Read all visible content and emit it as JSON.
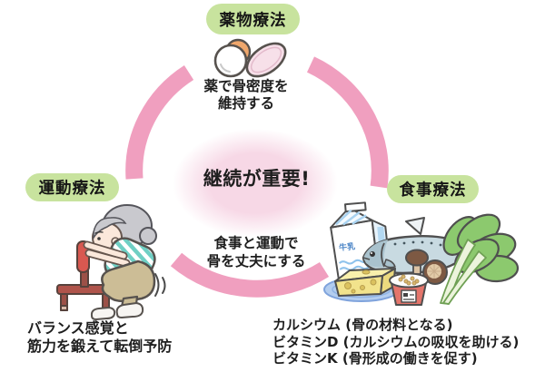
{
  "colors": {
    "ring_pink": "#F09FBF",
    "badge_green": "#C8E39E",
    "center_blob_pink": "#F7D8E6",
    "text": "#1E1E1E",
    "shirt_teal": "#6FCFC4",
    "pants_khaki": "#CCBD96",
    "hair_gray": "#C9C9CE",
    "skin": "#FBE8DB",
    "chair_red": "#D85850",
    "chair_brown": "#9C5047",
    "pill_orange": "#EFA76C",
    "capsule_pink": "#F7E0E9",
    "milk_blue": "#A8D2F0",
    "fish_gray_blue": "#C8DAE1",
    "cheese_yellow": "#F2E38C",
    "plate_blue": "#B3CDEF",
    "natto_cup_red": "#E4756B",
    "bean_tan": "#D9B86C",
    "mushroom_brown": "#7D5943",
    "greens_green": "#8CC96E"
  },
  "center": {
    "headline": "継続が重要!",
    "subtitle_lines": [
      "食事と運動で",
      "骨を丈夫にする"
    ]
  },
  "drug_therapy": {
    "badge_label": "薬物療法",
    "description_lines": [
      "薬で骨密度を",
      "維持する"
    ]
  },
  "exercise_therapy": {
    "badge_label": "運動療法",
    "caption_lines": [
      "バランス感覚と",
      "筋力を鍛えて転倒予防"
    ]
  },
  "diet_therapy": {
    "badge_label": "食事療法",
    "nutrient_lines": [
      "カルシウム (骨の材料となる)",
      "ビタミンD (カルシウムの吸収を助ける)",
      "ビタミンK (骨形成の働きを促す)"
    ],
    "milk_carton_label": "牛乳"
  },
  "icons": {
    "pills_icon": "round-tablets-and-capsule",
    "senior_squat_icon": "elderly-woman-squatting-holding-chair",
    "foods_icon": "milk-fish-cheese-natto-mushroom-leafy-greens"
  }
}
